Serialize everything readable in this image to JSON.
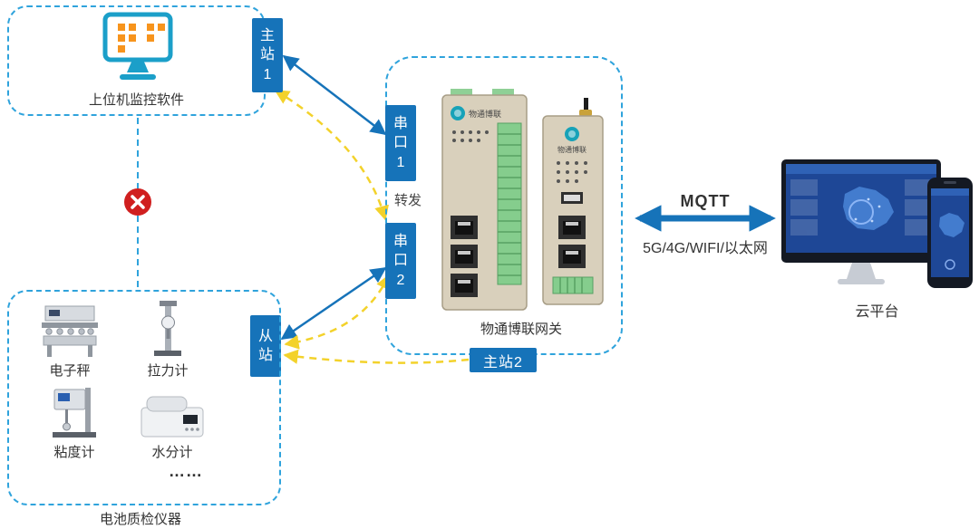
{
  "host": {
    "caption": "上位机监控软件"
  },
  "stations": {
    "master1": "主站1",
    "serial1": "串口1",
    "serial2": "串口2",
    "forward": "转发",
    "master2": "主站2",
    "slave": "从站"
  },
  "gateway": {
    "caption": "物通博联网关",
    "brand": "物通博联"
  },
  "instruments": {
    "items": [
      "电子秤",
      "拉力计",
      "粘度计",
      "水分计"
    ],
    "more": "……",
    "caption": "电池质检仪器"
  },
  "link": {
    "protocol": "MQTT",
    "channels": "5G/4G/WIFI/以太网"
  },
  "cloud": {
    "caption": "云平台"
  },
  "colors": {
    "accent_blue": "#1673b9",
    "dashed_border": "#2fa3dc",
    "yellow": "#f3d22b",
    "red": "#d01f1f"
  }
}
